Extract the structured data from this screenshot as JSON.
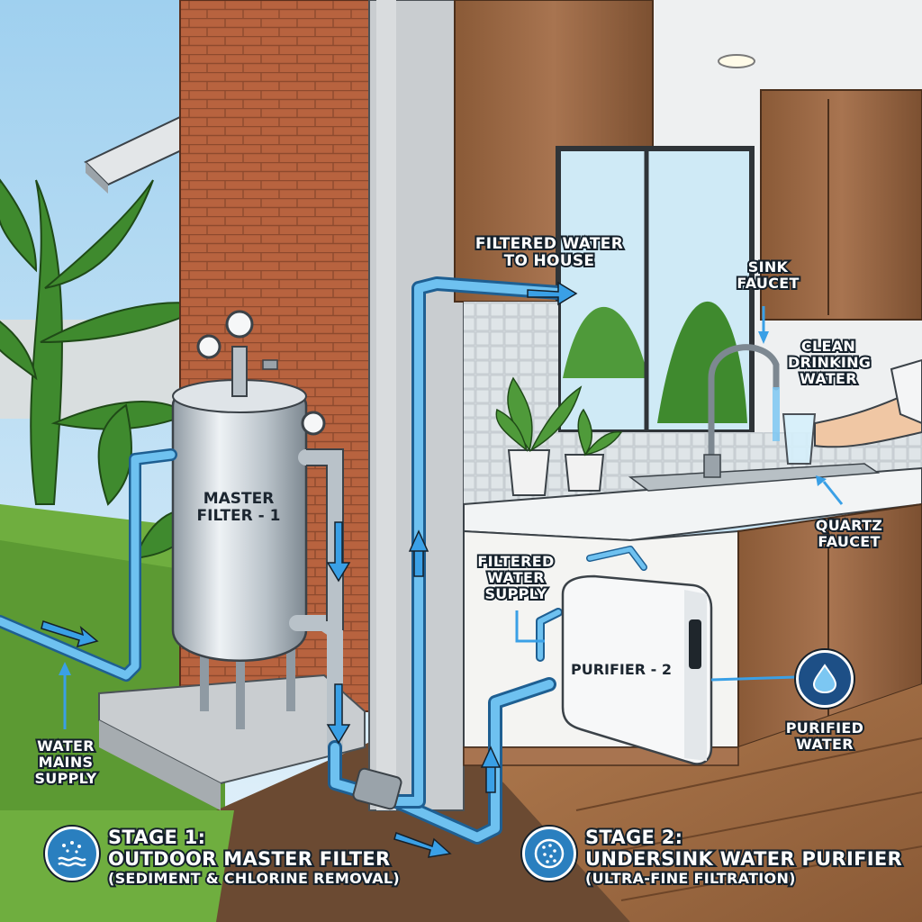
{
  "labels": {
    "filtered_to_house": "FILTERED WATER\nTO HOUSE",
    "sink_faucet": "SINK\nFAUCET",
    "clean_drinking": "CLEAN\nDRINKING\nWATER",
    "quartz_faucet": "QUARTZ\nFAUCET",
    "filtered_supply": "FILTERED\nWATER\nSUPPLY",
    "purified_water": "PURIFIED\nWATER",
    "mains_supply": "WATER\nMAINS\nSUPPLY",
    "master_filter": "MASTER\nFILTER - 1",
    "purifier": "PURIFIER - 2"
  },
  "stage1": {
    "title": "STAGE 1:",
    "name": "OUTDOOR MASTER FILTER",
    "sub": "(SEDIMENT & CHLORINE REMOVAL)"
  },
  "stage2": {
    "title": "STAGE 2:",
    "name": "UNDERSINK WATER PURIFIER",
    "sub": "(ULTRA-FINE FILTRATION)"
  },
  "icons": {
    "stage1": "sediment-icon",
    "stage2": "filtration-icon",
    "purified": "water-drop-icon"
  },
  "colors": {
    "water_pipe": "#4aa8e8",
    "arrow": "#3aa0e6",
    "brick": "#b8633f",
    "cabinet": "#9a6a45",
    "steel": "#c5ccd2",
    "sky": "#cfe8f7",
    "grass": "#6fae3f"
  }
}
